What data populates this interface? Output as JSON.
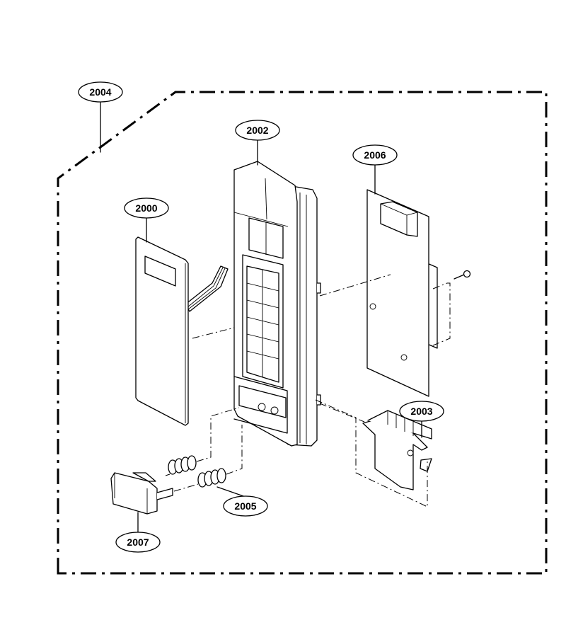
{
  "callouts": [
    {
      "id": "2004",
      "label": "2004"
    },
    {
      "id": "2002",
      "label": "2002"
    },
    {
      "id": "2006",
      "label": "2006"
    },
    {
      "id": "2000",
      "label": "2000"
    },
    {
      "id": "2003",
      "label": "2003"
    },
    {
      "id": "2005",
      "label": "2005"
    },
    {
      "id": "2007",
      "label": "2007"
    }
  ]
}
